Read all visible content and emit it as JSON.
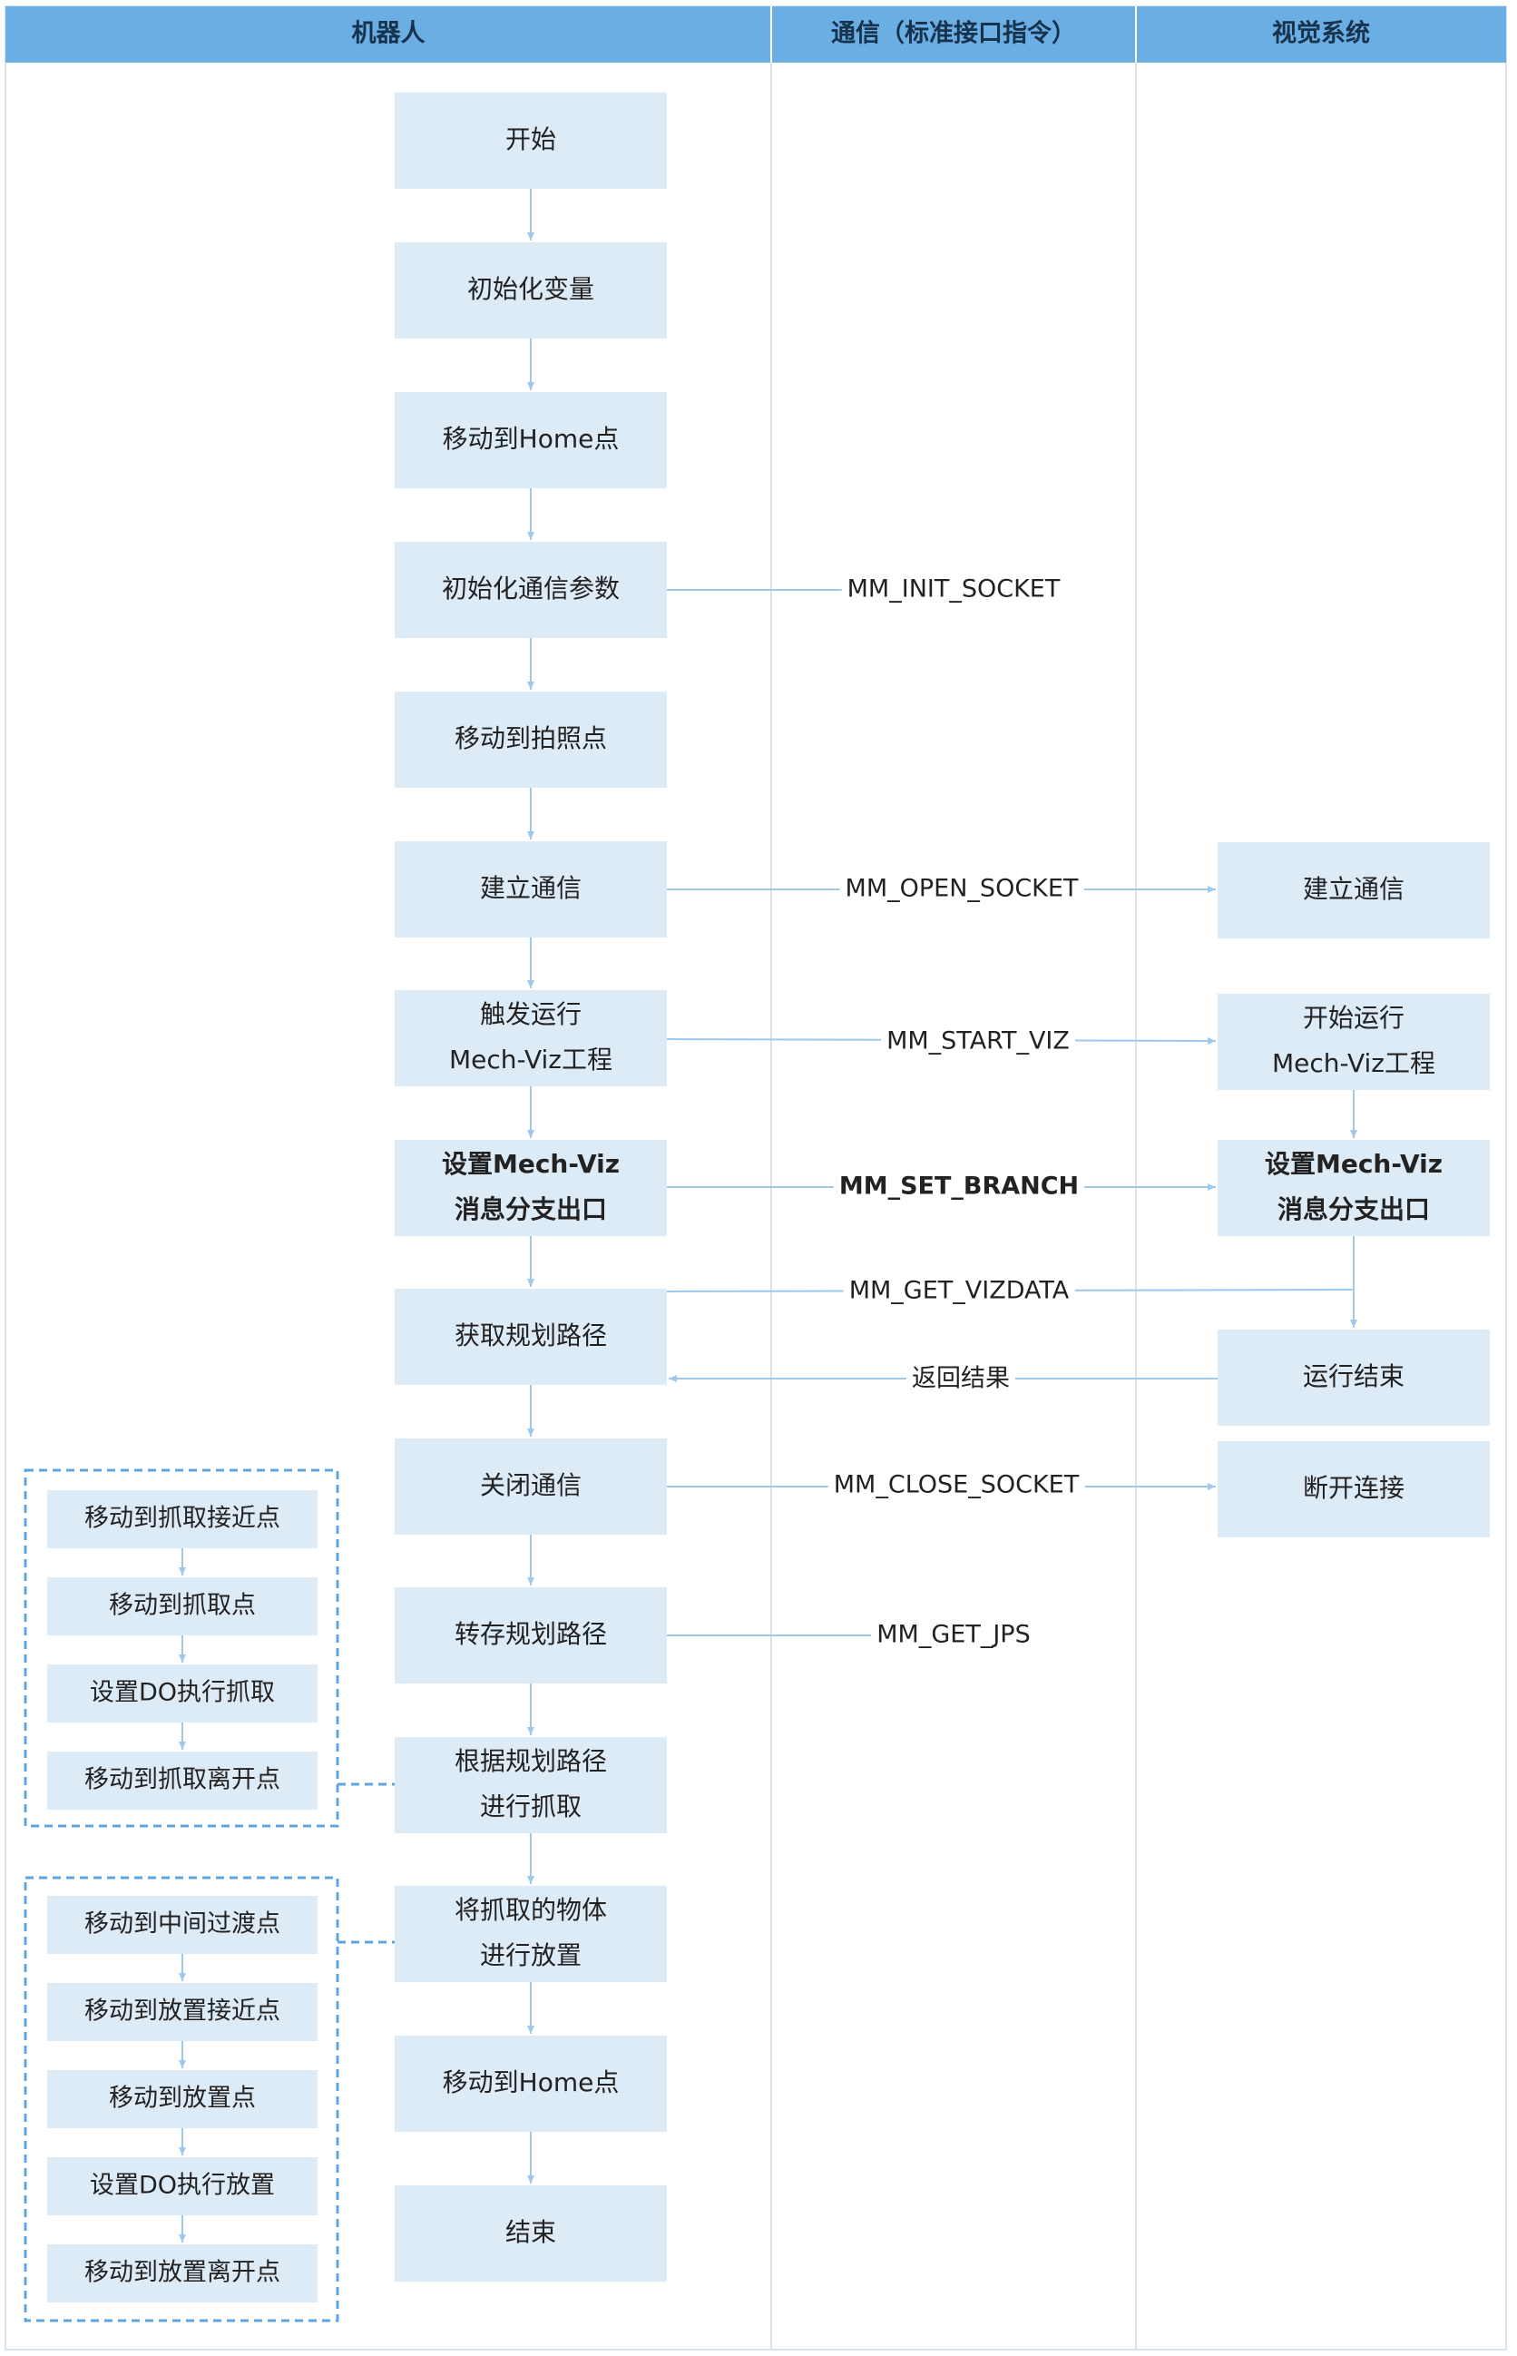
{
  "headers": [
    "机器人",
    "通信（标准接口指令）",
    "视觉系统"
  ],
  "robot_steps": [
    {
      "lines": [
        "开始"
      ],
      "bold": false
    },
    {
      "lines": [
        "初始化变量"
      ],
      "bold": false
    },
    {
      "lines": [
        "移动到Home点"
      ],
      "bold": false
    },
    {
      "lines": [
        "初始化通信参数"
      ],
      "bold": false
    },
    {
      "lines": [
        "移动到拍照点"
      ],
      "bold": false
    },
    {
      "lines": [
        "建立通信"
      ],
      "bold": false
    },
    {
      "lines": [
        "触发运行",
        "Mech-Viz工程"
      ],
      "bold": false
    },
    {
      "lines": [
        "设置Mech-Viz",
        "消息分支出口"
      ],
      "bold": true
    },
    {
      "lines": [
        "获取规划路径"
      ],
      "bold": false
    },
    {
      "lines": [
        "关闭通信"
      ],
      "bold": false
    },
    {
      "lines": [
        "转存规划路径"
      ],
      "bold": false
    },
    {
      "lines": [
        "根据规划路径",
        "进行抓取"
      ],
      "bold": false
    },
    {
      "lines": [
        "将抓取的物体",
        "进行放置"
      ],
      "bold": false
    },
    {
      "lines": [
        "移动到Home点"
      ],
      "bold": false
    },
    {
      "lines": [
        "结束"
      ],
      "bold": false
    }
  ],
  "vision_steps": [
    {
      "lines": [
        "建立通信"
      ],
      "bold": false
    },
    {
      "lines": [
        "开始运行",
        "Mech-Viz工程"
      ],
      "bold": false
    },
    {
      "lines": [
        "设置Mech-Viz",
        "消息分支出口"
      ],
      "bold": true
    },
    {
      "lines": [
        "运行结束"
      ],
      "bold": false
    },
    {
      "lines": [
        "断开连接"
      ],
      "bold": false
    }
  ],
  "commands": [
    {
      "text": "MM_INIT_SOCKET",
      "bold": false
    },
    {
      "text": "MM_OPEN_SOCKET",
      "bold": false
    },
    {
      "text": "MM_START_VIZ",
      "bold": false
    },
    {
      "text": "MM_SET_BRANCH",
      "bold": true
    },
    {
      "text": "MM_GET_VIZDATA",
      "bold": false
    },
    {
      "text": "返回结果",
      "bold": false
    },
    {
      "text": "MM_CLOSE_SOCKET",
      "bold": false
    },
    {
      "text": "MM_GET_JPS",
      "bold": false
    }
  ],
  "pick_substeps": [
    "移动到抓取接近点",
    "移动到抓取点",
    "设置DO执行抓取",
    "移动到抓取离开点"
  ],
  "place_substeps": [
    "移动到中间过渡点",
    "移动到放置接近点",
    "移动到放置点",
    "设置DO执行放置",
    "移动到放置离开点"
  ],
  "colors": {
    "header_bg": "#6aaee3",
    "header_text": "#17324d",
    "box_fill": "#ddebf7",
    "arrow": "#9fc8ea",
    "dashed": "#5da5df",
    "lane_border": "#dbe3ea",
    "text": "#222222"
  }
}
